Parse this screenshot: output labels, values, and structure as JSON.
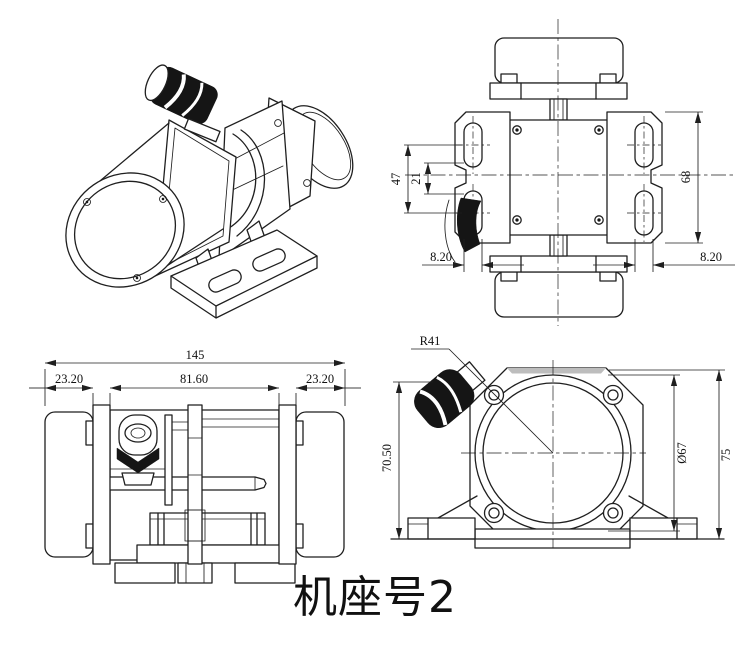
{
  "colors": {
    "line": "#1f1f1f",
    "background": "#ffffff",
    "gland_black": "#151515",
    "shade_gray": "#bdbdbd"
  },
  "caption": {
    "text": "机座号2"
  },
  "views": {
    "top": {
      "dims": [
        "47",
        "21",
        "68",
        "8.20",
        "8.20"
      ]
    },
    "side": {
      "dims": [
        "145",
        "23.20",
        "81.60",
        "23.20"
      ]
    },
    "end": {
      "dims": [
        "R41",
        "70.50",
        "Ø67",
        "75"
      ]
    }
  }
}
